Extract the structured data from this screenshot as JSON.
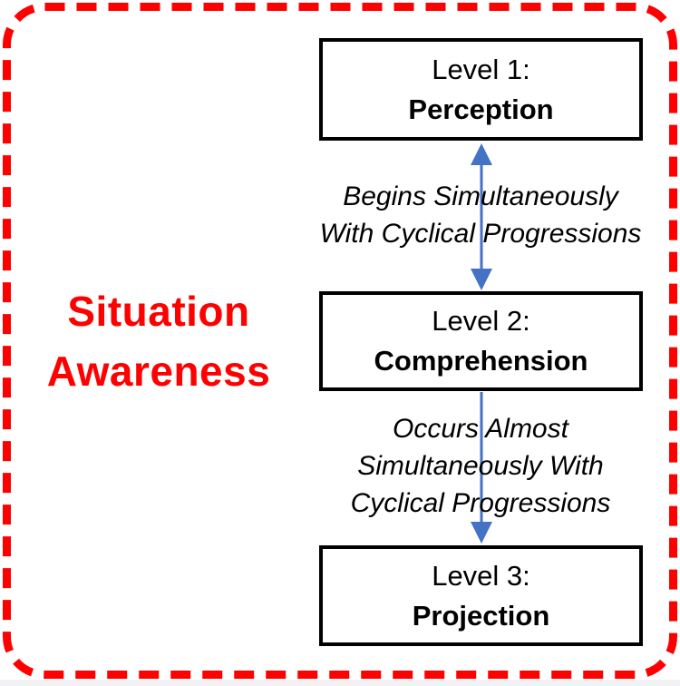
{
  "diagram": {
    "title": {
      "line1": "Situation",
      "line2": "Awareness"
    },
    "levels": [
      {
        "label": "Level 1:",
        "name": "Perception"
      },
      {
        "label": "Level 2:",
        "name": "Comprehension"
      },
      {
        "label": "Level 3:",
        "name": "Projection"
      }
    ],
    "annotations": [
      {
        "lines": [
          "Begins Simultaneously",
          "With Cyclical Progressions"
        ]
      },
      {
        "lines": [
          "Occurs Almost",
          "Simultaneously With",
          "Cyclical Progressions"
        ]
      }
    ],
    "colors": {
      "dashed_border": "#FF0000",
      "title_text": "#FF0000",
      "arrow": "#4472C4",
      "box_border": "#000000"
    }
  }
}
